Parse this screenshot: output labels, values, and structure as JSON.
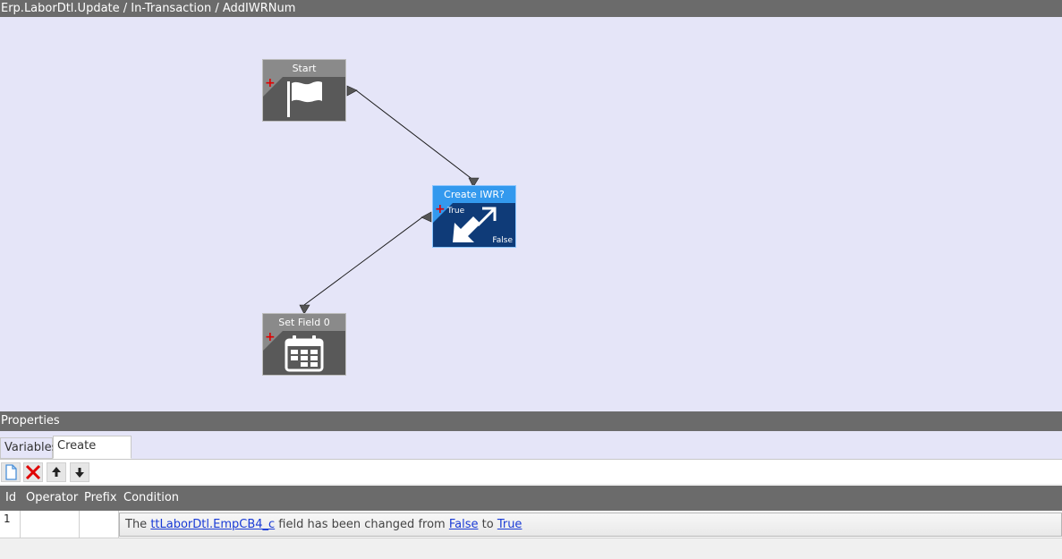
{
  "window": {
    "title": "Erp.LaborDtl.Update / In-Transaction / AddIWRNum"
  },
  "workflow": {
    "nodes": {
      "start": {
        "label": "Start",
        "icon": "flag-icon"
      },
      "create_iwr": {
        "label": "Create IWR?",
        "icon": "condition-arrows-icon",
        "true_label": "True",
        "false_label": "False"
      },
      "set_field": {
        "label": "Set Field 0",
        "icon": "calendar-icon"
      }
    },
    "colors": {
      "canvas": "#e5e5f8",
      "node_header": "#8a8a8a",
      "node_body": "#595959",
      "selected_header": "#3399ee",
      "selected_body": "#0f3b78",
      "plus": "#e00000"
    }
  },
  "properties": {
    "title": "Properties",
    "tabs": [
      {
        "label": "Variables",
        "active": false
      },
      {
        "label": "Create IWR?",
        "active": true
      }
    ],
    "toolbar": {
      "new": "new-document-icon",
      "delete": "delete-x-icon",
      "up": "arrow-up-icon",
      "down": "arrow-down-icon"
    },
    "grid": {
      "columns": [
        "Id",
        "Operator",
        "Prefix",
        "Condition"
      ],
      "rows": [
        {
          "id": "1",
          "operator": "",
          "prefix": "",
          "condition": {
            "prefix_text": "The ",
            "field_link": "ttLaborDtl.EmpCB4_c",
            "middle_text": " field has been changed from ",
            "from_link": "False",
            "to_text": " to ",
            "to_link": "True"
          }
        }
      ]
    }
  }
}
